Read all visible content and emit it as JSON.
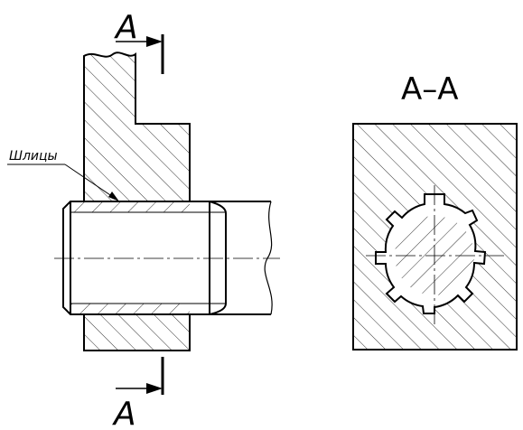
{
  "section_marker_top": "A",
  "section_marker_bottom": "A",
  "section_view_title": "A–A",
  "leader_label": "Шлицы",
  "colors": {
    "line": "#000000",
    "background": "#ffffff"
  }
}
